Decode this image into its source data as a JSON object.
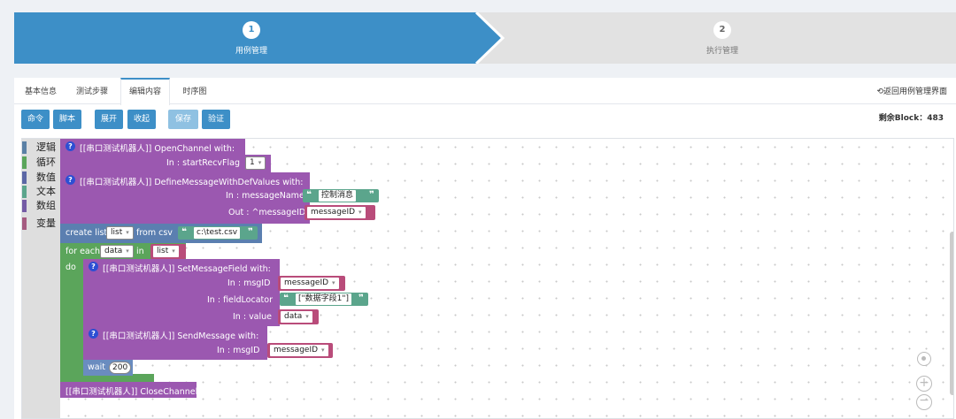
{
  "stepper": {
    "steps": [
      {
        "number": "1",
        "label": "用例管理",
        "active": true
      },
      {
        "number": "2",
        "label": "执行管理",
        "active": false
      }
    ],
    "active_color": "#3d8fc7",
    "inactive_color": "#e2e2e2"
  },
  "tabs": [
    {
      "label": "基本信息"
    },
    {
      "label": "测试步骤"
    },
    {
      "label": "编辑内容",
      "active": true
    },
    {
      "label": "时序图"
    }
  ],
  "back_link": "返回用例管理界面",
  "toolbar": {
    "command": "命令",
    "script": "脚本",
    "expand": "展开",
    "collapse": "收起",
    "save": "保存",
    "verify": "验证"
  },
  "remaining_blocks": "剩余Block：483",
  "toolbox": {
    "categories": [
      {
        "label": "逻辑",
        "color": "#5b80a5"
      },
      {
        "label": "循环",
        "color": "#5ba55b"
      },
      {
        "label": "数值",
        "color": "#5b67a5"
      },
      {
        "label": "文本",
        "color": "#5ba58c"
      },
      {
        "label": "数组",
        "color": "#745ba5"
      },
      {
        "label": "变量",
        "color": "#a55b80"
      }
    ]
  },
  "blocks": {
    "open_channel": {
      "help": "?",
      "title": "[[串口测试机器人]]  OpenChannel  with:",
      "param_label": "In : startRecvFlag",
      "param_value": "1"
    },
    "define_message": {
      "help": "?",
      "title": "[[串口测试机器人]]  DefineMessageWithDefValues  with:",
      "param1_label": "In : messageName",
      "param1_value": "控制消息",
      "param2_label": "Out : ^messageID",
      "param2_value": "messageID"
    },
    "create_list": {
      "prefix": "create list",
      "var": "list",
      "middle": "from csv",
      "path": "c:\\test.csv"
    },
    "for_each": {
      "prefix": "for each",
      "var": "data",
      "middle": "in",
      "list": "list",
      "do": "do"
    },
    "set_field": {
      "help": "?",
      "title": "[[串口测试机器人]]  SetMessageField  with:",
      "p1_label": "In : msgID",
      "p1_value": "messageID",
      "p2_label": "In : fieldLocator",
      "p2_value": "[\"数据字段1\"]",
      "p3_label": "In : value",
      "p3_value": "data"
    },
    "send_message": {
      "help": "?",
      "title": "[[串口测试机器人]]  SendMessage  with:",
      "p1_label": "In : msgID",
      "p1_value": "messageID"
    },
    "wait": {
      "label": "wait",
      "value": "200"
    },
    "close_channel": {
      "title": "[[串口测试机器人]]  CloseChannel"
    }
  },
  "quote_open": "❝",
  "quote_close": "❞",
  "dropdown_arrow": "▾"
}
